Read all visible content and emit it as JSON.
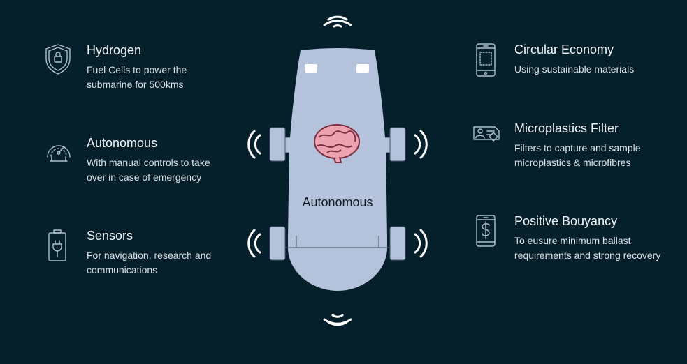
{
  "features": {
    "hydrogen": {
      "title": "Hydrogen",
      "desc": "Fuel Cells to power the submarine for 500kms",
      "icon": "shield-lock-icon"
    },
    "autonomous": {
      "title": "Autonomous",
      "desc": "With manual controls to take over in case of emergency",
      "icon": "speedometer-icon"
    },
    "sensors": {
      "title": "Sensors",
      "desc": "For navigation, research and communications",
      "icon": "battery-plug-icon"
    },
    "circular": {
      "title": "Circular Economy",
      "desc": "Using sustainable materials",
      "icon": "smartphone-icon"
    },
    "micro": {
      "title": "Microplastics Filter",
      "desc": "Filters to capture and sample microplastics & microfibres",
      "icon": "id-card-icon"
    },
    "bouyancy": {
      "title": "Positive Bouyancy",
      "desc": "To eusure minimum ballast requirements and strong recovery",
      "icon": "phone-dollar-icon"
    }
  },
  "vehicle": {
    "label": "Autonomous",
    "center_icon": "brain-icon"
  },
  "colors": {
    "background": "#05202b",
    "vehicle_body": "#b4c2dc",
    "icon_stroke": "#aebfd2",
    "brain": "#eea3b2"
  }
}
